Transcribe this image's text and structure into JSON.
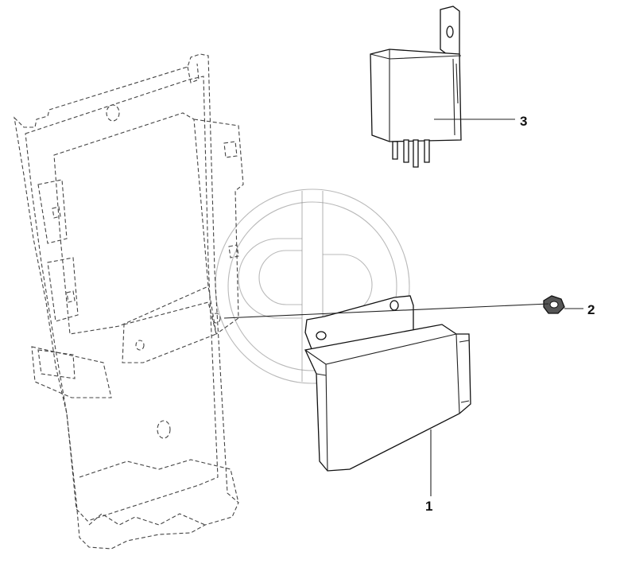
{
  "callouts": [
    {
      "id": "1",
      "label": "1"
    },
    {
      "id": "2",
      "label": "2"
    },
    {
      "id": "3",
      "label": "3"
    }
  ],
  "colors": {
    "line": "#111111",
    "dashed": "#444444",
    "watermark": "#8a8a8a",
    "background": "#ffffff"
  },
  "parts": [
    "mounting-bracket-plate",
    "control-module",
    "hex-nut",
    "relay"
  ]
}
